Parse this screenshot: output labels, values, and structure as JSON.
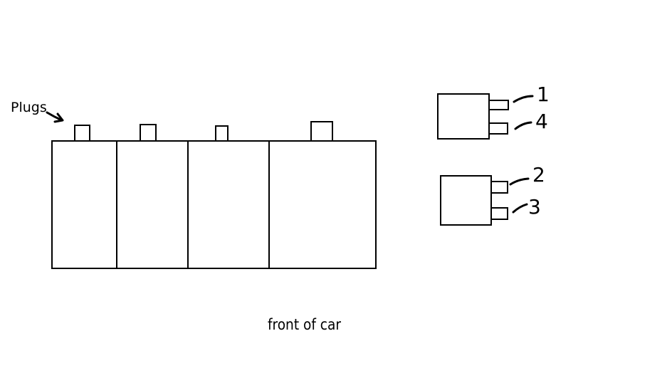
{
  "labels": {
    "plugs": "Plugs",
    "front": "front of car"
  },
  "coil_numbers": {
    "top_coil": [
      "1",
      "4"
    ],
    "bottom_coil": [
      "2",
      "3"
    ]
  },
  "colors": {
    "background": "#ffffff",
    "ink": "#000000"
  }
}
